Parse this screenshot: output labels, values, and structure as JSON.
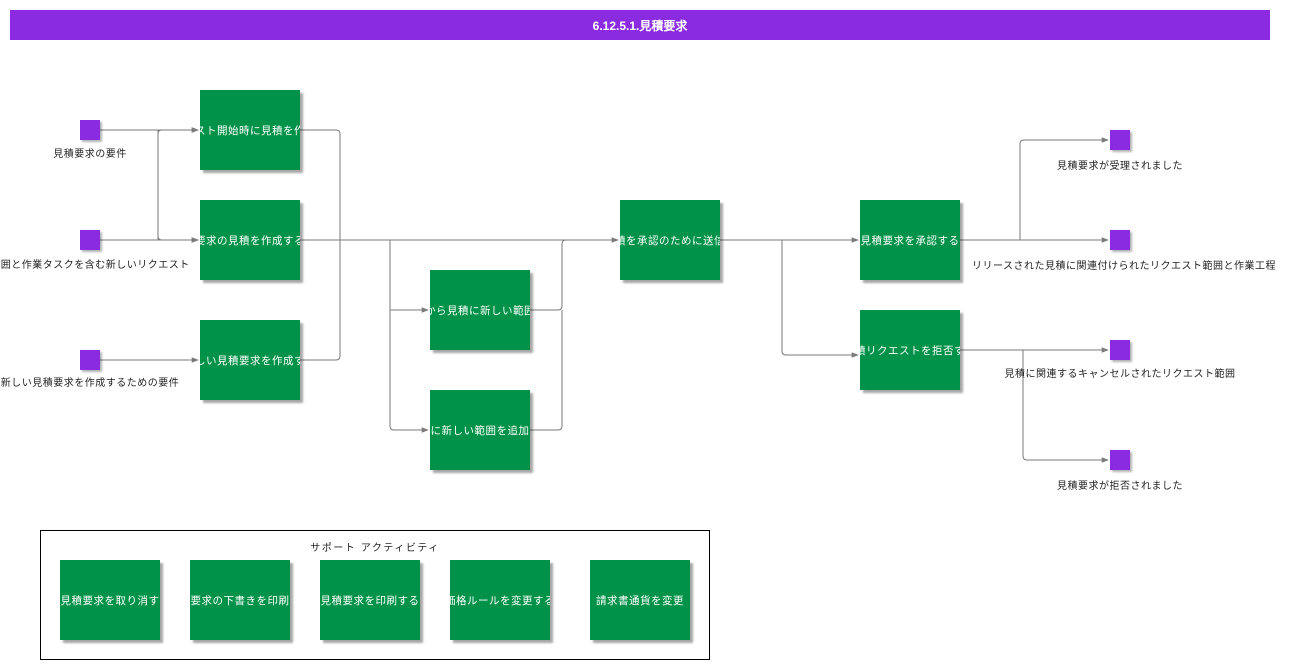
{
  "header": {
    "title": "6.12.5.1.見積要求"
  },
  "start_events": [
    {
      "id": "e1",
      "label": "見積要求の要件"
    },
    {
      "id": "e2",
      "label": "範囲と作業タスクを含む新しいリクエスト"
    },
    {
      "id": "e3",
      "label": "新しい見積要求を作成するための要件"
    }
  ],
  "activities": [
    {
      "id": "a1",
      "label": "スト開始時に見積を作"
    },
    {
      "id": "a2",
      "label": "要求の見積を作成する"
    },
    {
      "id": "a3",
      "label": "しい見積要求を作成す"
    },
    {
      "id": "a4",
      "label": "から見積に新しい範囲"
    },
    {
      "id": "a5",
      "label": "に新しい範囲を追加"
    },
    {
      "id": "a6",
      "label": "積を承認のために送信"
    },
    {
      "id": "a7",
      "label": "見積要求を承認する"
    },
    {
      "id": "a8",
      "label": "積リクエストを拒否す"
    }
  ],
  "end_events": [
    {
      "id": "x1",
      "label": "見積要求が受理されました"
    },
    {
      "id": "x2",
      "label": "リリースされた見積に関連付けられたリクエスト範囲と作業工程"
    },
    {
      "id": "x3",
      "label": "見積に関連するキャンセルされたリクエスト範囲"
    },
    {
      "id": "x4",
      "label": "見積要求が拒否されました"
    }
  ],
  "support": {
    "title": "サポート アクティビティ",
    "activities": [
      {
        "label": "見積要求を取り消す"
      },
      {
        "label": "要求の下書きを印刷"
      },
      {
        "label": "見積要求を印刷する"
      },
      {
        "label": "価格ルールを変更する"
      },
      {
        "label": "請求書通貨を変更"
      }
    ]
  },
  "colors": {
    "header_bg": "#8a2be2",
    "event": "#8a2be2",
    "activity": "#009248",
    "edge": "#7a7a7a"
  }
}
